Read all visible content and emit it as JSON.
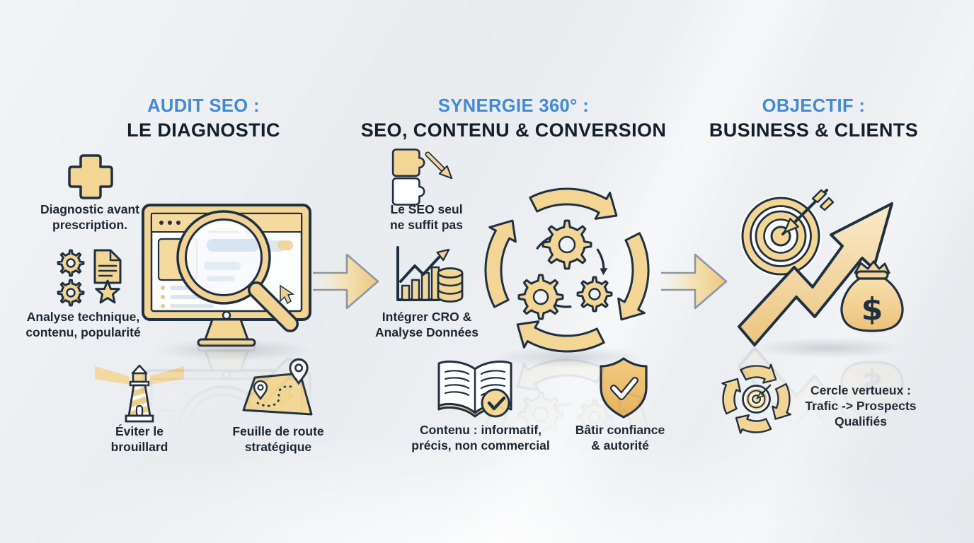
{
  "colors": {
    "accent_blue": "#4289D6",
    "navy_text": "#131F2B",
    "gold_fill": "#F3D694",
    "outline_navy": "#1F3042",
    "background": "#EBEDF0"
  },
  "columns": [
    {
      "header": {
        "accent": "AUDIT SEO :",
        "main": "LE DIAGNOSTIC"
      },
      "items": [
        {
          "icon": "medical-cross-icon",
          "label": "Diagnostic avant\nprescription."
        },
        {
          "icon": "gears-document-star-icon",
          "label": "Analyse technique,\ncontenu, popularité"
        },
        {
          "icon": "monitor-magnifier-icon"
        },
        {
          "icon": "lighthouse-icon",
          "label": "Éviter le\nbrouillard"
        },
        {
          "icon": "map-route-icon",
          "label": "Feuille de route\nstratégique"
        }
      ]
    },
    {
      "header": {
        "accent": "SYNERGIE 360° :",
        "main": "SEO, CONTENU & CONVERSION"
      },
      "items": [
        {
          "icon": "puzzle-arrow-icon",
          "label": "Le SEO seul\nne suffit pas"
        },
        {
          "icon": "chart-database-icon",
          "label": "Intégrer CRO &\nAnalyse Données"
        },
        {
          "icon": "gears-cycle-icon"
        },
        {
          "icon": "book-check-icon",
          "label": "Contenu : informatif,\nprécis, non commercial"
        },
        {
          "icon": "shield-check-icon",
          "label": "Bâtir confiance\n& autorité"
        }
      ]
    },
    {
      "header": {
        "accent": "OBJECTIF :",
        "main": "BUSINESS & CLIENTS"
      },
      "items": [
        {
          "icon": "target-growth-moneybag-icon"
        },
        {
          "icon": "cycle-target-icon",
          "label": "Cercle vertueux :\nTrafic -> Prospects\nQualifiés"
        }
      ]
    }
  ],
  "connectors": [
    {
      "icon": "right-arrow-icon"
    },
    {
      "icon": "right-arrow-icon"
    }
  ]
}
